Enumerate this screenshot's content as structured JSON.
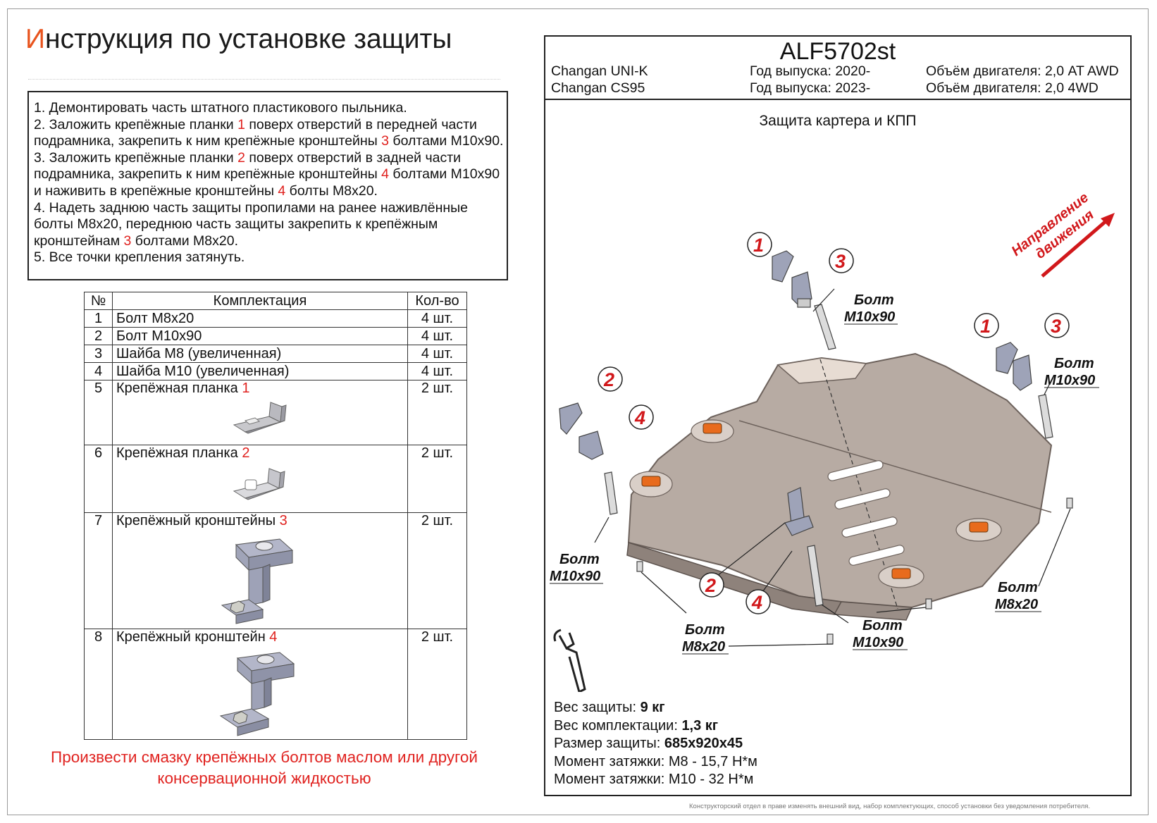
{
  "title": {
    "first_letter": "И",
    "rest": "нструкция по установке защиты"
  },
  "instructions": {
    "s1": "1. Демонтировать часть штатного пластикового пыльника.",
    "s2a": "2. Заложить крепёжные планки ",
    "s2_ref1": "1",
    "s2b": " поверх отверстий в передней части",
    "s2c": "подрамника, закрепить к ним крепёжные кронштейны ",
    "s2_ref2": "3",
    "s2d": " болтами М10х90.",
    "s3a": "3. Заложить крепёжные планки ",
    "s3_ref1": "2",
    "s3b": " поверх отверстий в задней части",
    "s3c": "подрамника, закрепить к ним крепёжные кронштейны ",
    "s3_ref2": "4",
    "s3d": " болтами М10х90",
    "s3e": "и наживить в крепёжные кронштейны ",
    "s3_ref3": "4",
    "s3f": " болты М8х20.",
    "s4a": "4. Надеть заднюю часть защиты пропилами на ранее наживлённые",
    "s4b": "болты М8х20, переднюю часть защиты закрепить к крепёжным",
    "s4c": "кронштейнам ",
    "s4_ref": "3",
    "s4d": " болтами М8х20.",
    "s5": "5. Все точки крепления затянуть."
  },
  "parts_table": {
    "headers": {
      "num": "№",
      "name": "Комплектация",
      "qty": "Кол-во"
    },
    "rows": [
      {
        "num": "1",
        "name": "Болт М8х20",
        "ref": "",
        "qty": "4 шт."
      },
      {
        "num": "2",
        "name": "Болт М10х90",
        "ref": "",
        "qty": "4 шт."
      },
      {
        "num": "3",
        "name": "Шайба М8 (увеличенная)",
        "ref": "",
        "qty": "4 шт."
      },
      {
        "num": "4",
        "name": "Шайба М10 (увеличенная)",
        "ref": "",
        "qty": "4 шт."
      },
      {
        "num": "5",
        "name": "Крепёжная планка ",
        "ref": "1",
        "qty": "2 шт."
      },
      {
        "num": "6",
        "name": "Крепёжная планка ",
        "ref": "2",
        "qty": "2 шт."
      },
      {
        "num": "7",
        "name": "Крепёжный кронштейны ",
        "ref": "3",
        "qty": "2 шт."
      },
      {
        "num": "8",
        "name": "Крепёжный кронштейн ",
        "ref": "4",
        "qty": "2 шт."
      }
    ]
  },
  "warning": {
    "line1": "Произвести смазку крепёжных болтов маслом или другой",
    "line2": "консервационной жидкостью"
  },
  "product": {
    "code": "ALF5702st",
    "vehicles": [
      {
        "model": "Changan UNI-K",
        "year": "Год выпуска: 2020-",
        "engine": "Объём двигателя: 2,0 AT AWD"
      },
      {
        "model": "Changan CS95",
        "year": "Год выпуска: 2023-",
        "engine": "Объём двигателя: 2,0 4WD"
      }
    ],
    "subtitle": "Защита картера и КПП"
  },
  "diagram": {
    "direction_line1": "Направление",
    "direction_line2": "движения",
    "labels": {
      "bolt": "Болт",
      "m10": "М10х90",
      "m8": "М8х20"
    },
    "part_numbers": [
      "1",
      "2",
      "3",
      "4"
    ],
    "colors": {
      "plate": "#b7aba3",
      "red": "#d1181b",
      "bracket": "#9ea3b8",
      "pad": "#e86b1d"
    }
  },
  "specs": {
    "weight_label": "Вес защиты: ",
    "weight_value": "9 кг",
    "kit_label": "Вес комплектации: ",
    "kit_value": "1,3 кг",
    "size_label": "Размер защиты: ",
    "size_value": "685х920х45",
    "torque1": "Момент затяжки:  М8 - 15,7 Н*м",
    "torque2": "Момент затяжки:  М10 - 32 Н*м"
  },
  "footnote": "Конструкторский отдел в праве изменять внешний вид, набор комплектующих, способ установки без уведомления потребителя."
}
